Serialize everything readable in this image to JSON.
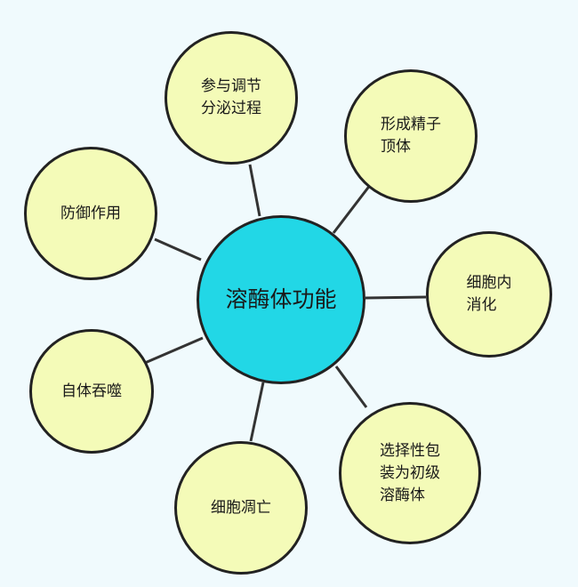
{
  "center": {
    "label": "溶酶体功能"
  },
  "nodes": [
    {
      "id": "n1",
      "lines": [
        "参与调节",
        "分泌过程"
      ]
    },
    {
      "id": "n2",
      "lines": [
        "形成精子",
        "顶体"
      ]
    },
    {
      "id": "n3",
      "lines": [
        "防御作用"
      ]
    },
    {
      "id": "n4",
      "lines": [
        "细胞内",
        "消化"
      ]
    },
    {
      "id": "n5",
      "lines": [
        "自体吞噬"
      ]
    },
    {
      "id": "n6",
      "lines": [
        "选择性包",
        "装为初级",
        "溶酶体"
      ]
    },
    {
      "id": "n7",
      "lines": [
        "细胞凋亡"
      ]
    }
  ],
  "colors": {
    "background": "#f0fafd",
    "center_fill": "#22d7e6",
    "node_fill": "#f4fbb8",
    "stroke": "#222222"
  }
}
